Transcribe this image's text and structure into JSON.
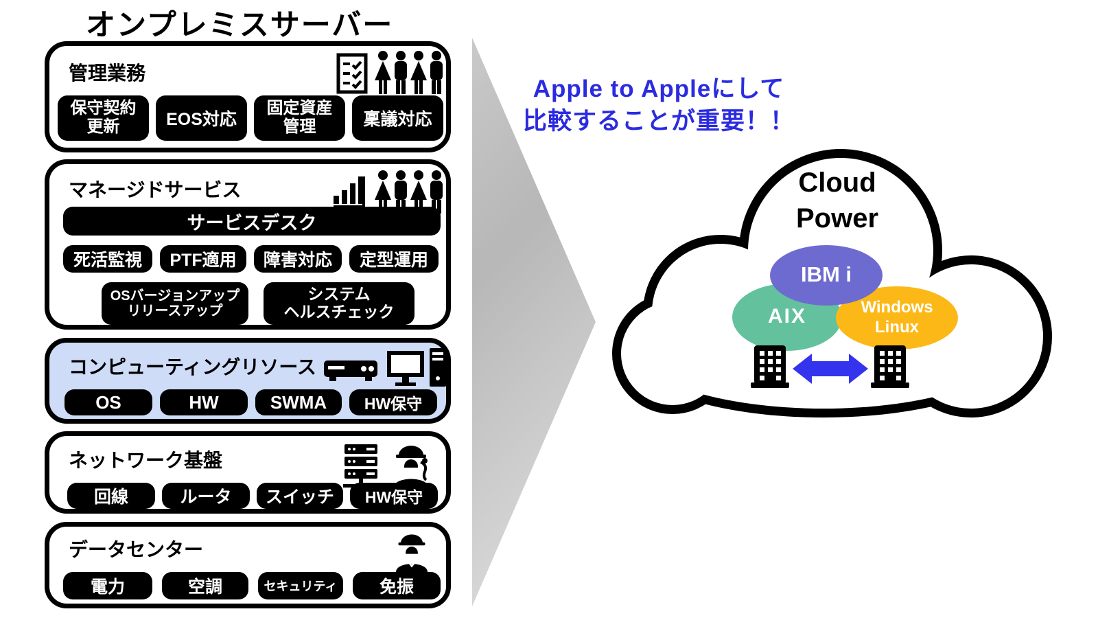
{
  "title": "オンプレミスサーバー",
  "annotation": {
    "text": "Apple to Appleにして\n比較することが重要！！",
    "color": "#2b2bdf"
  },
  "sections": {
    "management": {
      "title": "管理業務",
      "pills": [
        "保守契約\n更新",
        "EOS対応",
        "固定資産\n管理",
        "稟議対応"
      ]
    },
    "managed": {
      "title": "マネージドサービス",
      "desk": "サービスデスク",
      "pills": [
        "死活監視",
        "PTF適用",
        "障害対応",
        "定型運用"
      ],
      "pills2": [
        "OSバージョンアップ\nリリースアップ",
        "システム\nヘルスチェック"
      ]
    },
    "computing": {
      "title": "コンピューティングリソース",
      "highlight_color": "#cfdcf7",
      "pills": [
        "OS",
        "HW",
        "SWMA",
        "HW保守"
      ]
    },
    "network": {
      "title": "ネットワーク基盤",
      "pills": [
        "回線",
        "ルータ",
        "スイッチ",
        "HW保守"
      ]
    },
    "datacenter": {
      "title": "データセンター",
      "pills": [
        "電力",
        "空調",
        "セキュリティ",
        "免振"
      ]
    }
  },
  "cloud": {
    "title": "Cloud\nPower",
    "platforms": [
      {
        "label": "IBM i",
        "color": "#6e6bd0"
      },
      {
        "label": "AIX",
        "color": "#63c29d"
      },
      {
        "label": "Windows\nLinux",
        "color": "#fcb816"
      }
    ],
    "arrow_color": "#3434ef",
    "outline_color": "#000000"
  },
  "icons": [
    "checklist-icon",
    "people-group-icon",
    "bar-chart-icon",
    "server-appliance-icon",
    "desktop-pc-icon",
    "server-rack-icon",
    "engineer-icon",
    "building-icon",
    "double-arrow-icon"
  ]
}
